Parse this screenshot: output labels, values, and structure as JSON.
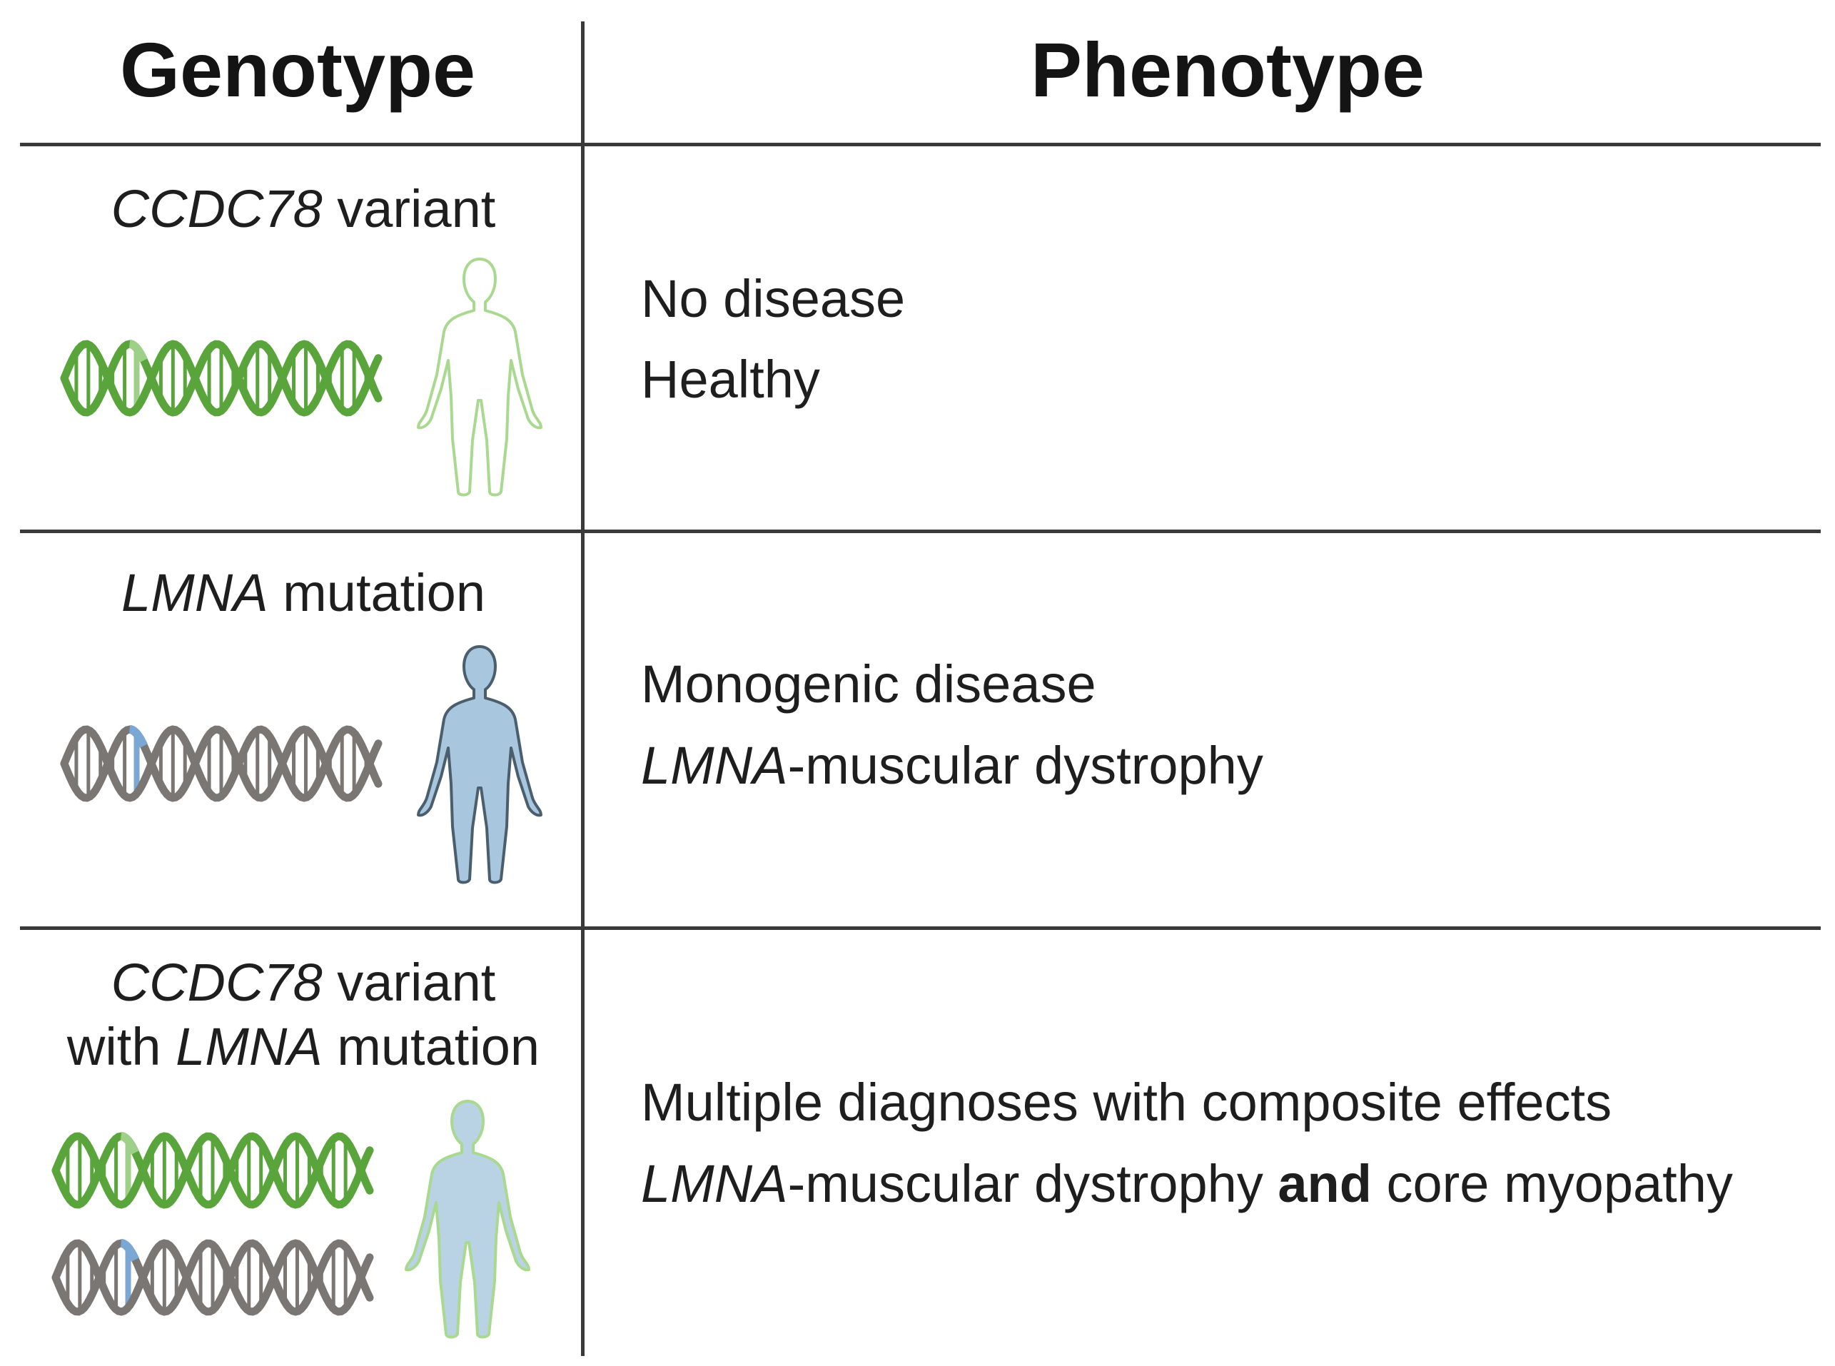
{
  "headers": {
    "genotype": "Genotype",
    "phenotype": "Phenotype"
  },
  "rows": [
    {
      "genotype": {
        "italic": "CCDC78",
        "rest": " variant"
      },
      "phenotype": {
        "line1": "No disease",
        "line2": "Healthy"
      }
    },
    {
      "genotype": {
        "italic": "LMNA",
        "rest": " mutation"
      },
      "phenotype": {
        "line1": "Monogenic disease",
        "line2_italic": "LMNA",
        "line2_rest": "-muscular dystrophy"
      }
    },
    {
      "genotype": {
        "line1_italic": "CCDC78",
        "line1_rest": " variant",
        "line2_pre": "with ",
        "line2_italic": "LMNA",
        "line2_rest": " mutation"
      },
      "phenotype": {
        "line1": "Multiple diagnoses with composite effects",
        "line2_italic": "LMNA",
        "line2_mid": "-muscular dystrophy ",
        "line2_bold": "and",
        "line2_rest": " core myopathy"
      }
    }
  ],
  "icons": {
    "row1": [
      "dna-green-icon",
      "human-outline-icon"
    ],
    "row2": [
      "dna-grey-icon",
      "human-filled-blue-icon"
    ],
    "row3": [
      "dna-green-icon",
      "dna-grey-icon",
      "human-filled-light-blue-icon"
    ]
  },
  "colors": {
    "dna_green": "#5aa43c",
    "dna_green_highlight": "#9fd08a",
    "dna_grey": "#7a7674",
    "dna_blue_highlight": "#7aa7d4",
    "human_outline": "#a9d98f",
    "human_fill_blue": "#a9c6df",
    "human_stroke_dark": "#4a5e6e",
    "human_fill_light": "#b9d3e4",
    "human_stroke_green": "#a9d98f"
  }
}
